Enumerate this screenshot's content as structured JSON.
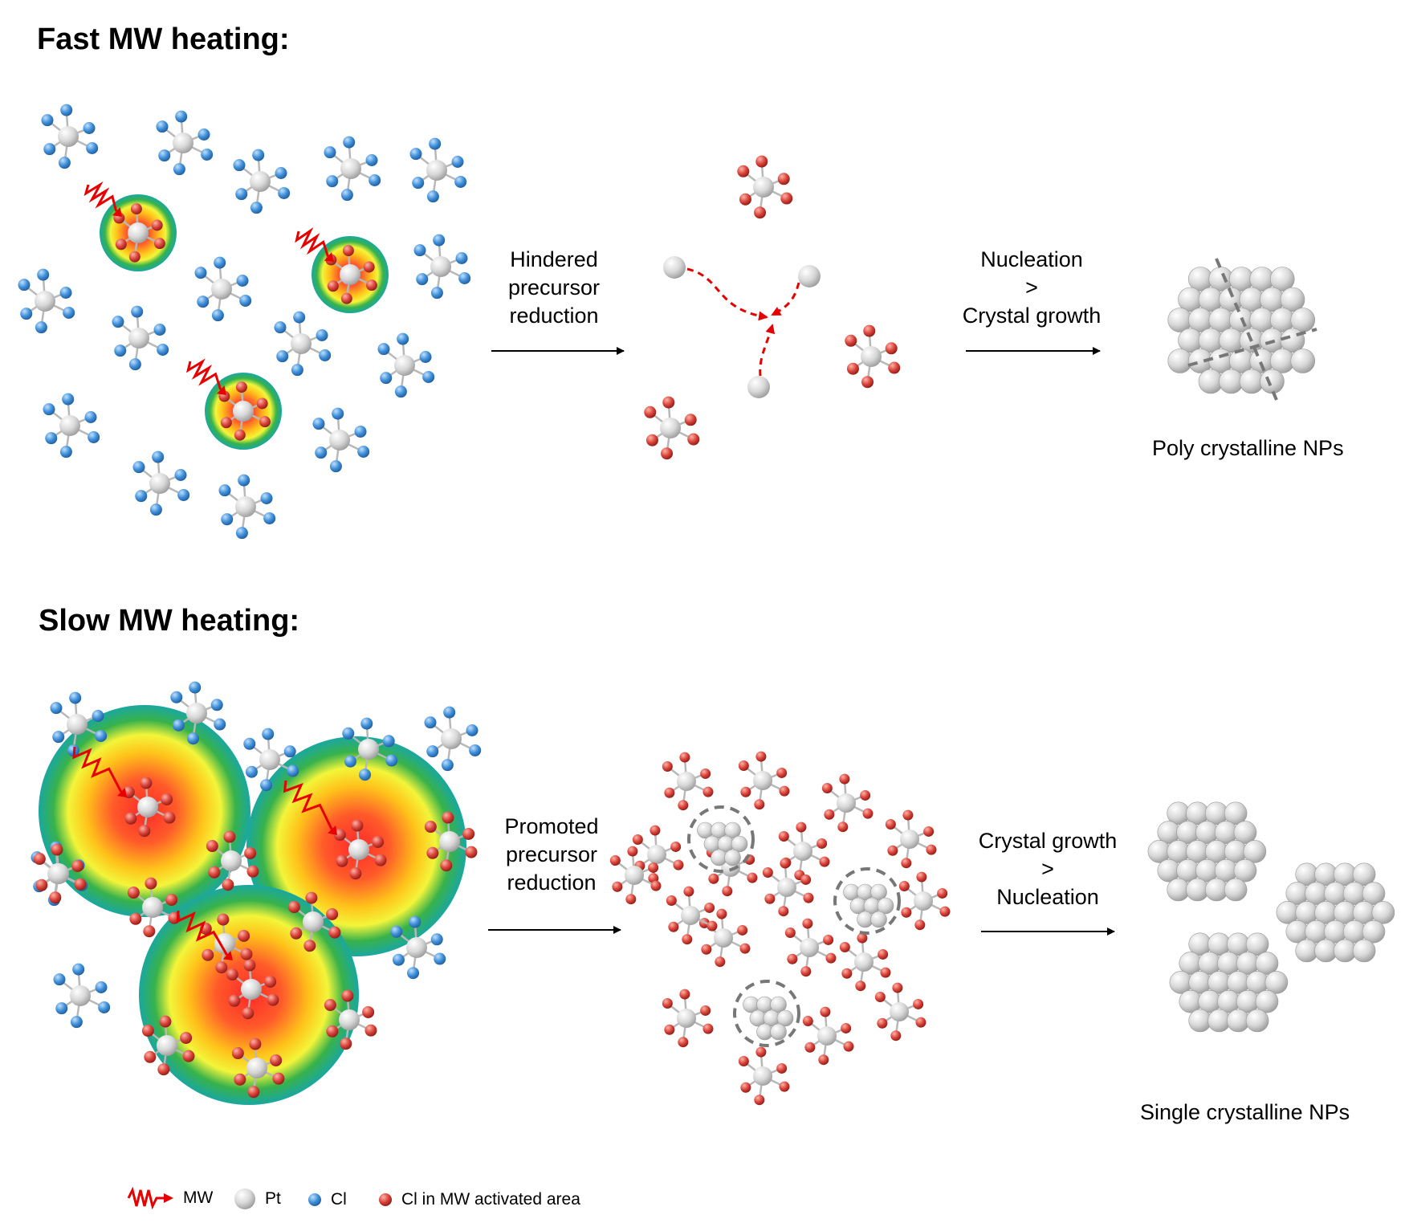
{
  "fast": {
    "title": "Fast MW heating:",
    "step1": [
      "Hindered",
      "precursor",
      "reduction"
    ],
    "step2": [
      "Nucleation",
      ">",
      "Crystal growth"
    ],
    "result": "Poly crystalline NPs"
  },
  "slow": {
    "title": "Slow MW heating:",
    "step1": [
      "Promoted",
      "precursor",
      "reduction"
    ],
    "step2": [
      "Crystal growth",
      ">",
      "Nucleation"
    ],
    "result": "Single crystalline NPs"
  },
  "legend": {
    "mw": "MW",
    "pt": "Pt",
    "cl": "Cl",
    "cl_active": "Cl in MW activated area"
  },
  "colors": {
    "pt": "#d9d9d9",
    "cl": "#4a90d9",
    "cl_active": "#c0392b",
    "mw": "#e60000",
    "arrow": "#000000"
  }
}
